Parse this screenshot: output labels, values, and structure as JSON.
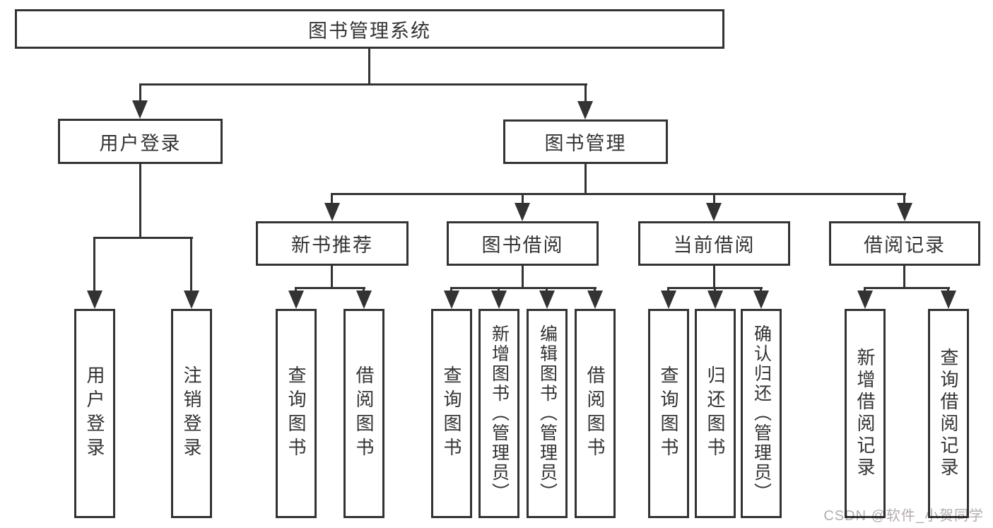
{
  "title": {
    "label": "图书管理系统"
  },
  "level2": {
    "user_login": "用户登录",
    "book_mgmt": "图书管理"
  },
  "level3": {
    "new_book": "新书推荐",
    "book_borrow": "图书借阅",
    "current_borrow": "当前借阅",
    "borrow_record": "借阅记录"
  },
  "leaves": {
    "user_login": [
      "用户登录",
      "注销登录"
    ],
    "new_book": [
      "查询图书",
      "借阅图书"
    ],
    "book_borrow": [
      "查询图书",
      "新增图书（管理员）",
      "编辑图书（管理员）",
      "借阅图书"
    ],
    "current_borrow": [
      "查询图书",
      "归还图书",
      "确认归还（管理员）"
    ],
    "borrow_record": [
      "新增借阅记录",
      "查询借阅记录"
    ]
  },
  "watermark": {
    "text": "CSDN @软件_小贺同学",
    "color": "#b5acad"
  },
  "colors": {
    "line": "#333333",
    "box_border": "#333333",
    "text": "#333333",
    "background": "#ffffff"
  }
}
